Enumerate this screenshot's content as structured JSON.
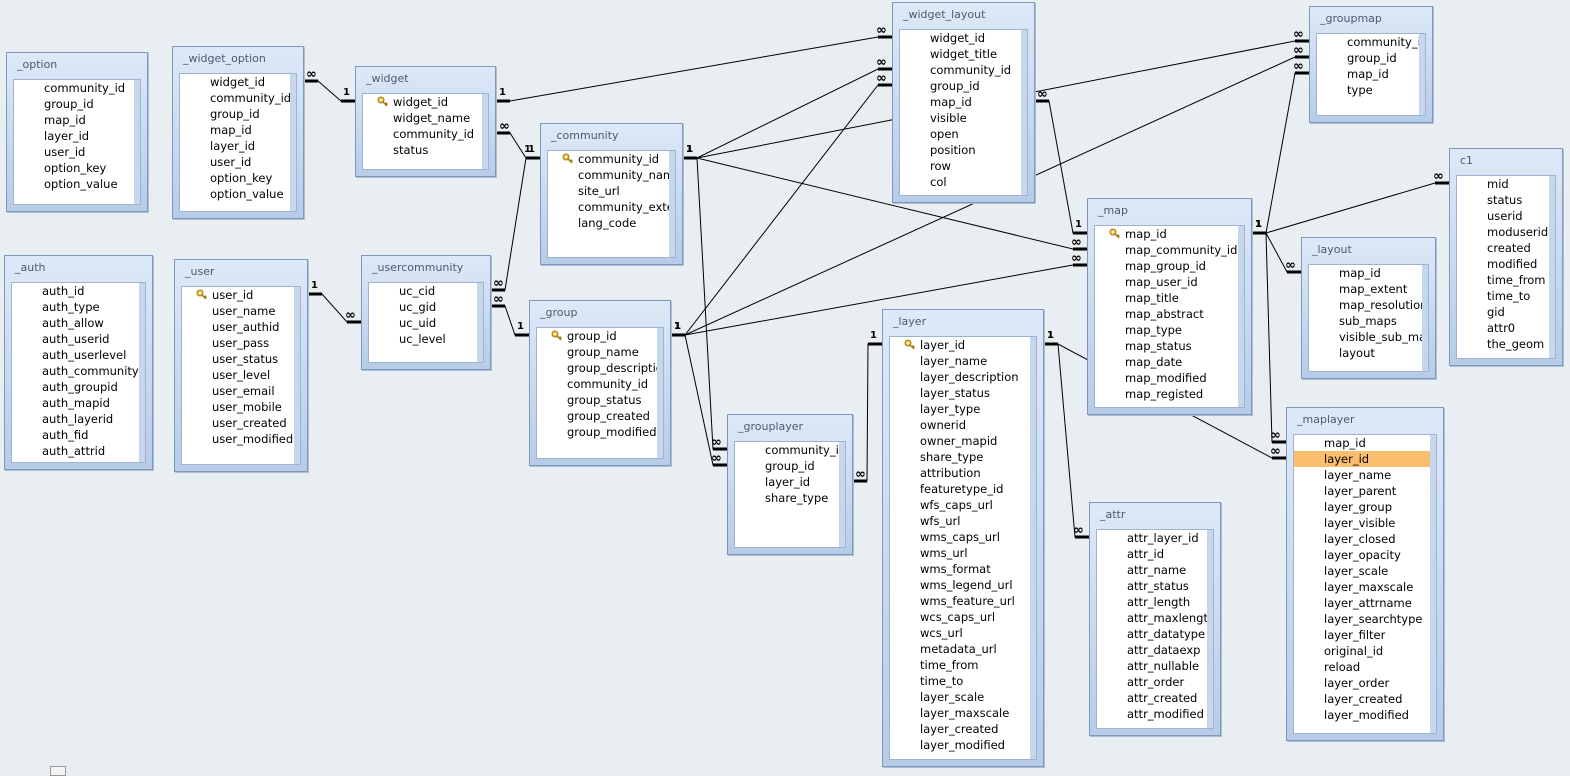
{
  "diagram": {
    "tables": [
      {
        "id": "option",
        "name": "_option",
        "columns": [
          "community_id",
          "group_id",
          "map_id",
          "layer_id",
          "user_id",
          "option_key",
          "option_value"
        ],
        "key": []
      },
      {
        "id": "widget_option",
        "name": "_widget_option",
        "columns": [
          "widget_id",
          "community_id",
          "group_id",
          "map_id",
          "layer_id",
          "user_id",
          "option_key",
          "option_value"
        ],
        "key": []
      },
      {
        "id": "widget",
        "name": "_widget",
        "columns": [
          "widget_id",
          "widget_name",
          "community_id",
          "status"
        ],
        "key": [
          "widget_id"
        ]
      },
      {
        "id": "widget_layout",
        "name": "_widget_layout",
        "columns": [
          "widget_id",
          "widget_title",
          "community_id",
          "group_id",
          "map_id",
          "visible",
          "open",
          "position",
          "row",
          "col"
        ],
        "key": []
      },
      {
        "id": "groupmap",
        "name": "_groupmap",
        "columns": [
          "community_id",
          "group_id",
          "map_id",
          "type"
        ],
        "key": []
      },
      {
        "id": "community",
        "name": "_community",
        "columns": [
          "community_id",
          "community_name",
          "site_url",
          "community_extent",
          "lang_code"
        ],
        "key": [
          "community_id"
        ]
      },
      {
        "id": "c1",
        "name": "c1",
        "columns": [
          "mid",
          "status",
          "userid",
          "moduserid",
          "created",
          "modified",
          "time_from",
          "time_to",
          "gid",
          "attr0",
          "the_geom"
        ],
        "key": []
      },
      {
        "id": "map",
        "name": "_map",
        "columns": [
          "map_id",
          "map_community_id",
          "map_group_id",
          "map_user_id",
          "map_title",
          "map_abstract",
          "map_type",
          "map_status",
          "map_date",
          "map_modified",
          "map_registed"
        ],
        "key": [
          "map_id"
        ]
      },
      {
        "id": "auth",
        "name": "_auth",
        "columns": [
          "auth_id",
          "auth_type",
          "auth_allow",
          "auth_userid",
          "auth_userlevel",
          "auth_communityid",
          "auth_groupid",
          "auth_mapid",
          "auth_layerid",
          "auth_fid",
          "auth_attrid"
        ],
        "key": []
      },
      {
        "id": "user",
        "name": "_user",
        "columns": [
          "user_id",
          "user_name",
          "user_authid",
          "user_pass",
          "user_status",
          "user_level",
          "user_email",
          "user_mobile",
          "user_created",
          "user_modified"
        ],
        "key": [
          "user_id"
        ]
      },
      {
        "id": "usercommunity",
        "name": "_usercommunity",
        "columns": [
          "uc_cid",
          "uc_gid",
          "uc_uid",
          "uc_level"
        ],
        "key": []
      },
      {
        "id": "group",
        "name": "_group",
        "columns": [
          "group_id",
          "group_name",
          "group_description",
          "community_id",
          "group_status",
          "group_created",
          "group_modified"
        ],
        "key": [
          "group_id"
        ]
      },
      {
        "id": "layout",
        "name": "_layout",
        "columns": [
          "map_id",
          "map_extent",
          "map_resolution",
          "sub_maps",
          "visible_sub_map",
          "layout"
        ],
        "key": []
      },
      {
        "id": "layer",
        "name": "_layer",
        "columns": [
          "layer_id",
          "layer_name",
          "layer_description",
          "layer_status",
          "layer_type",
          "ownerid",
          "owner_mapid",
          "share_type",
          "attribution",
          "featuretype_id",
          "wfs_caps_url",
          "wfs_url",
          "wms_caps_url",
          "wms_url",
          "wms_format",
          "wms_legend_url",
          "wms_feature_url",
          "wcs_caps_url",
          "wcs_url",
          "metadata_url",
          "time_from",
          "time_to",
          "layer_scale",
          "layer_maxscale",
          "layer_created",
          "layer_modified"
        ],
        "key": [
          "layer_id"
        ]
      },
      {
        "id": "grouplayer",
        "name": "_grouplayer",
        "columns": [
          "community_id",
          "group_id",
          "layer_id",
          "share_type"
        ],
        "key": []
      },
      {
        "id": "maplayer",
        "name": "_maplayer",
        "columns": [
          "map_id",
          "layer_id",
          "layer_name",
          "layer_parent",
          "layer_group",
          "layer_visible",
          "layer_closed",
          "layer_opacity",
          "layer_scale",
          "layer_maxscale",
          "layer_attrname",
          "layer_searchtype",
          "layer_filter",
          "original_id",
          "reload",
          "layer_order",
          "layer_created",
          "layer_modified"
        ],
        "key": [],
        "selected": "layer_id"
      },
      {
        "id": "attr",
        "name": "_attr",
        "columns": [
          "attr_layer_id",
          "attr_id",
          "attr_name",
          "attr_status",
          "attr_length",
          "attr_maxlength",
          "attr_datatype",
          "attr_dataexp",
          "attr_nullable",
          "attr_order",
          "attr_created",
          "attr_modified"
        ],
        "key": []
      }
    ],
    "cardinality": {
      "one": "1",
      "many": "∞"
    },
    "icons": {
      "primary_key": "key-icon"
    },
    "colors": {
      "background": "#e9eef3",
      "table_header": "#c9daf0",
      "selected_row": "#fbbd6e",
      "link": "#000000"
    }
  }
}
